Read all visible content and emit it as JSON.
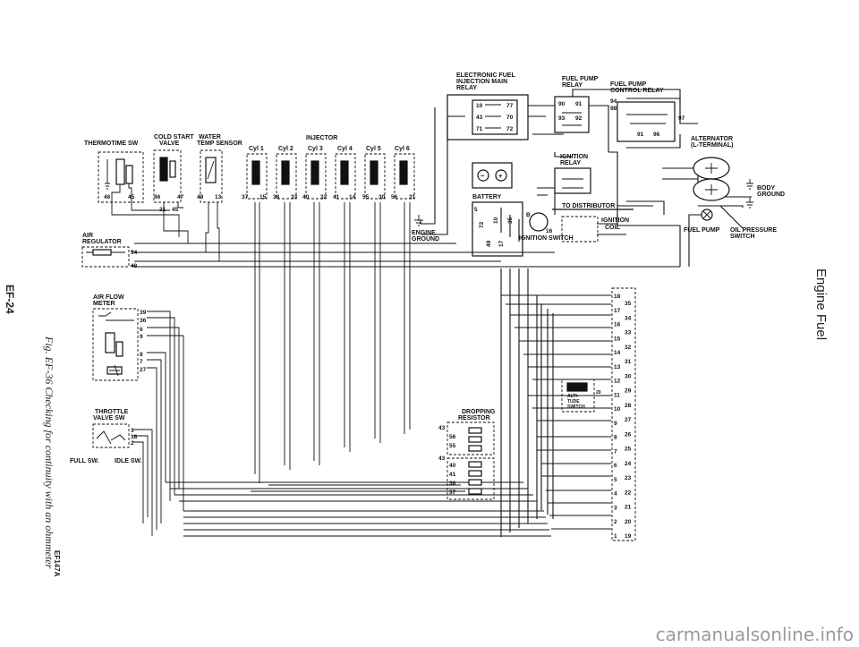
{
  "sidebar": {
    "section_title": "Engine Fuel",
    "page_number": "EF-24"
  },
  "figure": {
    "caption": "Fig. EF-36 Checking for continuity with an ohmmeter",
    "code": "EF147A"
  },
  "watermark": "carmanualsonline.info",
  "labels": {
    "thermotime_sw": "THERMOTIME SW",
    "cold_start_1": "COLD START",
    "cold_start_2": "VALVE",
    "water_1": "WATER",
    "water_2": "TEMP SENSOR",
    "injector": "INJECTOR",
    "cyl1": "Cyl 1",
    "cyl2": "Cyl 2",
    "cyl3": "Cyl 3",
    "cyl4": "Cyl 4",
    "cyl5": "Cyl 5",
    "cyl6": "Cyl 6",
    "efi_relay_1": "ELECTRONIC FUEL",
    "efi_relay_2": "INJECTION MAIN",
    "efi_relay_3": "RELAY",
    "fp_relay_1": "FUEL PUMP",
    "fp_relay_2": "RELAY",
    "fpc_relay_1": "FUEL PUMP",
    "fpc_relay_2": "CONTROL RELAY",
    "alternator_1": "ALTERNATOR",
    "alternator_2": "(L-TERMINAL)",
    "ignition_relay_1": "IGNITION",
    "ignition_relay_2": "RELAY",
    "battery": "BATTERY",
    "body_ground_1": "BODY",
    "body_ground_2": "GROUND",
    "to_distributor": "TO DISTRIBUTOR",
    "ignition_coil_1": "IGNITION",
    "ignition_coil_2": "COIL",
    "ignition_switch": "IGNITION SWITCH",
    "engine_ground_1": "ENGINE",
    "engine_ground_2": "GROUND",
    "fuel_pump": "FUEL PUMP",
    "oil_pressure_1": "OIL PRESSURE",
    "oil_pressure_2": "SWITCH",
    "air_regulator_1": "AIR",
    "air_regulator_2": "REGULATOR",
    "air_flow_1": "AIR FLOW",
    "air_flow_2": "METER",
    "throttle_1": "THROTTLE",
    "throttle_2": "VALVE SW",
    "full_sw": "FULL SW.",
    "idle_sw": "IDLE SW.",
    "dropping_1": "DROPPING",
    "dropping_2": "RESISTOR",
    "alti_1": "ALTI-",
    "alti_2": "TUDE",
    "alti_3": "SWITCH"
  },
  "terminals": {
    "thermotime": [
      "46",
      "45"
    ],
    "cold_start": [
      "46",
      "47",
      "21"
    ],
    "water_temp": [
      "49",
      "13"
    ],
    "cyl1": [
      "37",
      "15"
    ],
    "cyl2": [
      "38",
      "33"
    ],
    "cyl3": [
      "40",
      "32"
    ],
    "cyl4": [
      "41",
      "14"
    ],
    "cyl5": [
      "55",
      "30"
    ],
    "cyl6": [
      "56",
      "31"
    ],
    "cold_start_extra": "45",
    "air_regulator": [
      "34",
      "48"
    ],
    "air_flow": [
      "39",
      "36",
      "6",
      "9",
      "8",
      "7",
      "27"
    ],
    "throttle": [
      "3",
      "18",
      "2"
    ],
    "efi_relay": [
      "10",
      "77",
      "43",
      "70",
      "71",
      "72"
    ],
    "fp_relay": [
      "90",
      "91",
      "93",
      "92"
    ],
    "fpc_relay": [
      "94",
      "98",
      "91",
      "96",
      "97"
    ],
    "battery": [
      "5",
      "72",
      "10",
      "35",
      "49",
      "17"
    ],
    "ignition": [
      "B",
      "16"
    ],
    "dropping_1": [
      "43",
      "56",
      "55"
    ],
    "dropping_2": [
      "43",
      "40",
      "41",
      "38",
      "37"
    ],
    "connector_left": [
      "18",
      "17",
      "16",
      "15",
      "14",
      "13",
      "12",
      "11",
      "10",
      "9",
      "8",
      "7",
      "6",
      "5",
      "4",
      "3",
      "2",
      "1"
    ],
    "connector_right": [
      "35",
      "34",
      "33",
      "32",
      "31",
      "30",
      "29",
      "28",
      "27",
      "26",
      "25",
      "24",
      "23",
      "22",
      "21",
      "20",
      "19"
    ],
    "alti": [
      "20"
    ]
  }
}
